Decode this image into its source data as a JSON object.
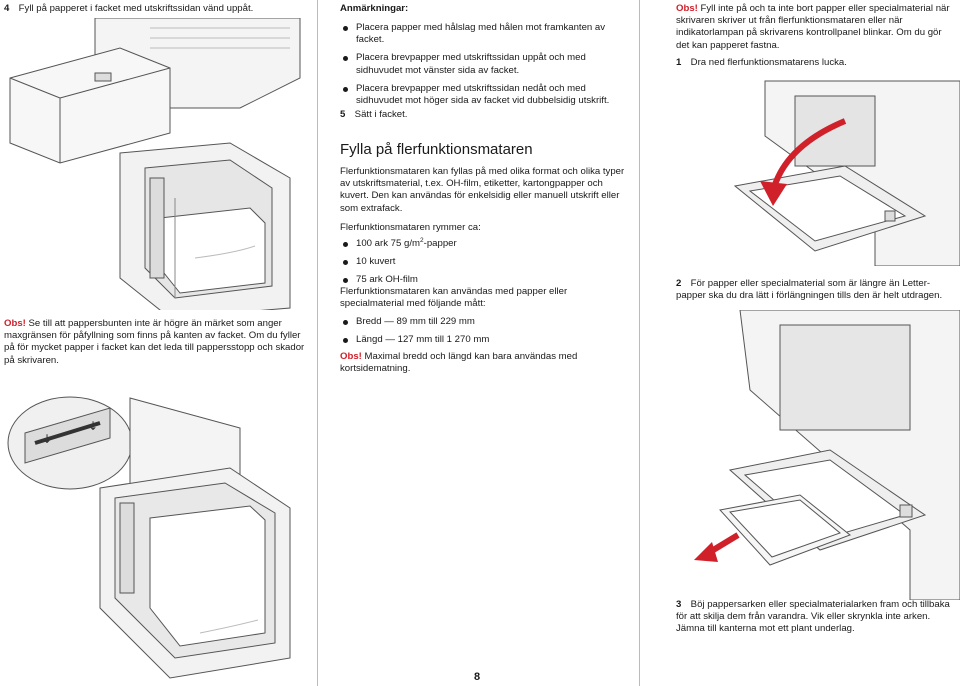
{
  "left": {
    "step4_num": "4",
    "step4_text": "Fyll på papperet i facket med utskriftssidan vänd uppåt.",
    "obs_label": "Obs!",
    "obs_text": " Se till att pappersbunten inte är högre än märket som anger maxgränsen för påfyllning som finns på kanten av facket. Om du fyller på för mycket papper i facket kan det leda till pappersstopp och skador på skrivaren."
  },
  "middle": {
    "notes_title": "Anmärkningar:",
    "notes": [
      "Placera papper med hålslag med hålen mot framkanten av facket.",
      "Placera brevpapper med utskriftssidan uppåt och med sidhuvudet mot vänster sida av facket.",
      "Placera brevpapper med utskriftssidan nedåt och med sidhuvudet mot höger sida av facket vid dubbelsidig utskrift."
    ],
    "step5_num": "5",
    "step5_text": "Sätt i facket.",
    "heading": "Fylla på flerfunktionsmataren",
    "intro": "Flerfunktionsmataren kan fyllas på med olika format och olika typer av utskriftsmaterial, t.ex. OH-film, etiketter, kartongpapper och kuvert. Den kan användas för enkelsidig eller manuell utskrift eller som extrafack.",
    "capacity_intro": "Flerfunktionsmataren rymmer ca:",
    "capacity_item1_pre": "100 ark 75 g/m",
    "capacity_item1_sup": "2",
    "capacity_item1_post": "-papper",
    "capacity_item2": "10 kuvert",
    "capacity_item3": "75 ark OH-film",
    "dims_intro": "Flerfunktionsmataren kan användas med papper eller specialmaterial med följande mått:",
    "dims": [
      "Bredd — 89 mm till 229 mm",
      "Längd — 127 mm till 1 270 mm"
    ],
    "obs_label": "Obs!",
    "obs_text": " Maximal bredd och längd kan bara användas med kortsidematning."
  },
  "right": {
    "obs_label": "Obs!",
    "obs_text": " Fyll inte på och ta inte bort papper eller specialmaterial när skrivaren skriver ut från flerfunktionsmataren eller när indikatorlampan på skrivarens kontrollpanel blinkar. Om du gör det kan papperet fastna.",
    "step1_num": "1",
    "step1_text": "Dra ned flerfunktionsmatarens lucka.",
    "step2_num": "2",
    "step2_text": "För papper eller specialmaterial som är längre än Letter-papper ska du dra lätt i förlängningen tills den är helt utdragen.",
    "step3_num": "3",
    "step3_text": "Böj pappersarken eller specialmaterialarken fram och tillbaka för att skilja dem från varandra. Vik eller skrynkla inte arken. Jämna till kanterna mot ett plant underlag."
  },
  "page_number": "8",
  "colors": {
    "accent_red": "#d0202a",
    "arrow_red": "#d0202a",
    "line_gray": "#555555"
  }
}
